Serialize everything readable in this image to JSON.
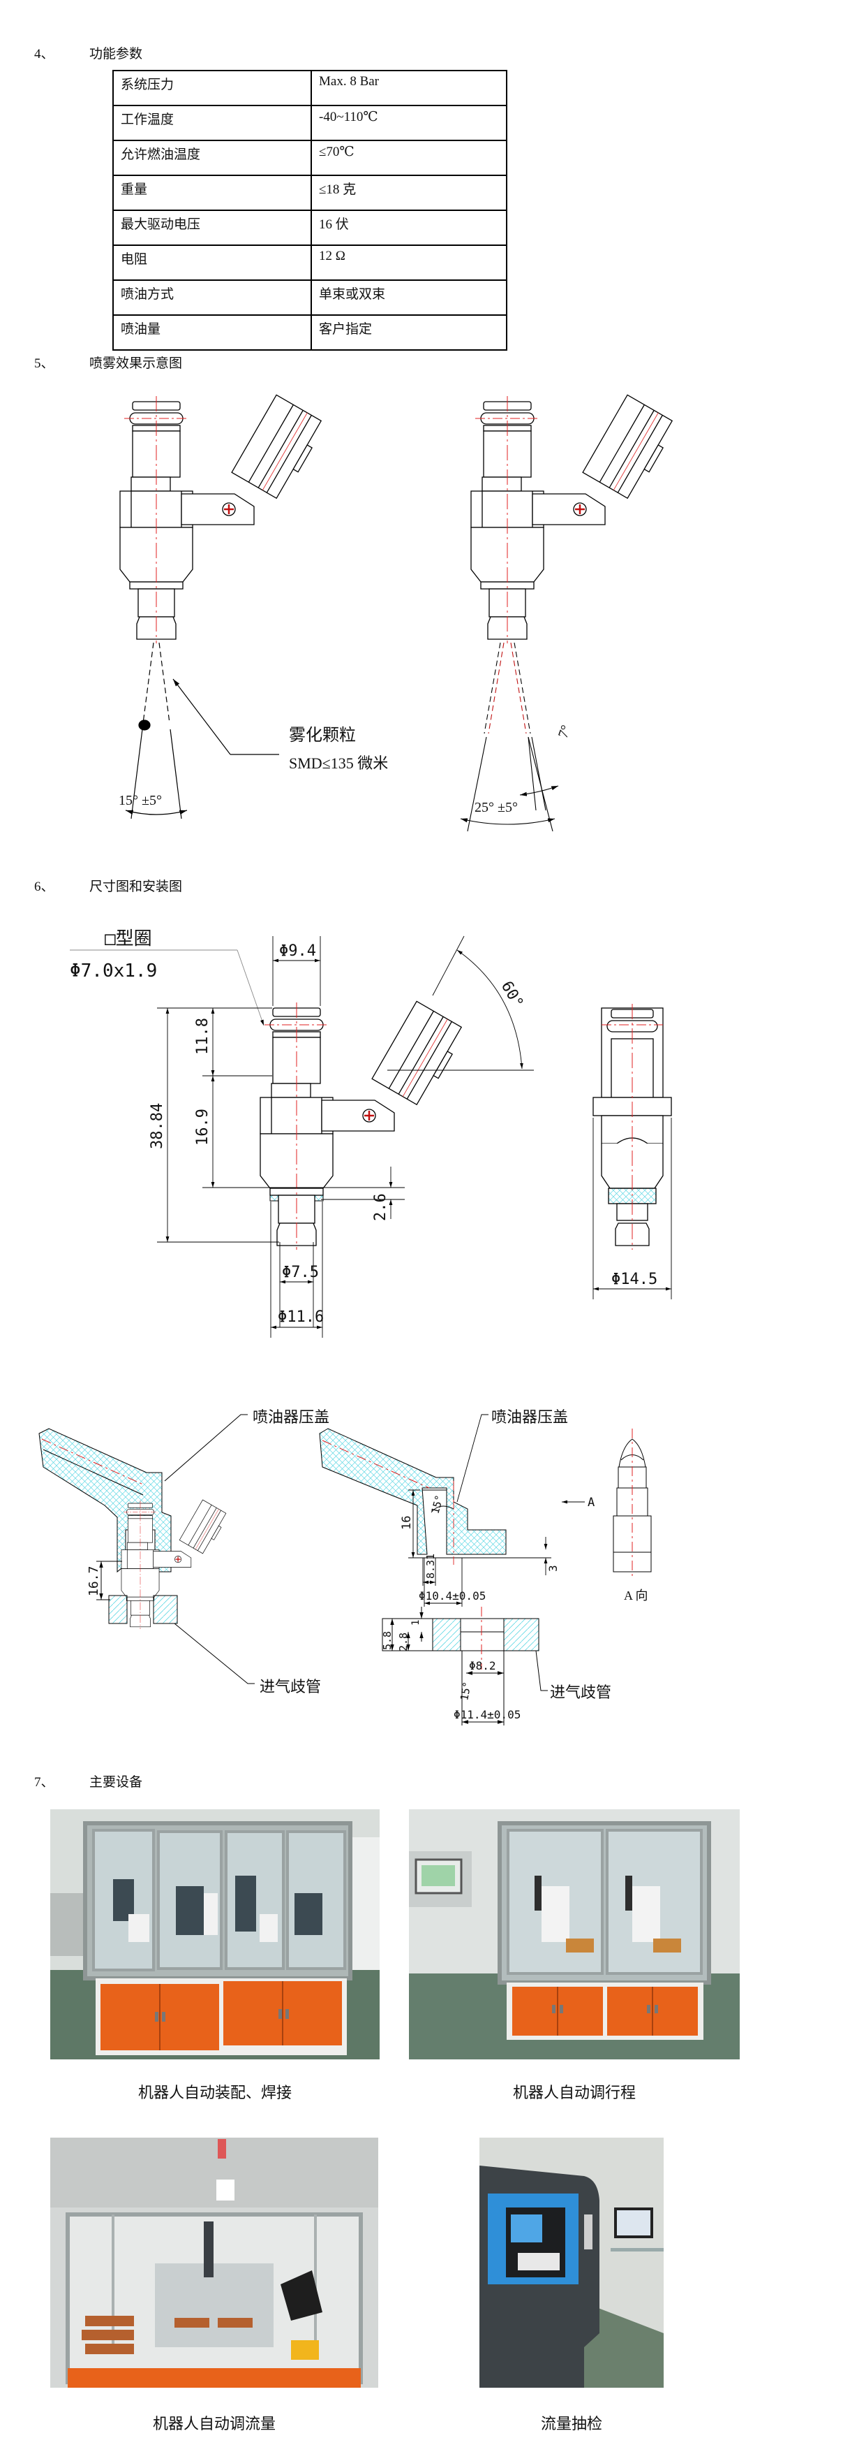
{
  "sections": [
    {
      "num": "4、",
      "title": "功能参数"
    },
    {
      "num": "5、",
      "title": "喷雾效果示意图"
    },
    {
      "num": "6、",
      "title": "尺寸图和安装图"
    },
    {
      "num": "7、",
      "title": "主要设备"
    }
  ],
  "params": {
    "rows": [
      {
        "name": "系统压力",
        "value": "Max. 8 Bar"
      },
      {
        "name": "工作温度",
        "value": "-40~110℃"
      },
      {
        "name": "允许燃油温度",
        "value": "≤70℃"
      },
      {
        "name": "重量",
        "value": "≤18 克"
      },
      {
        "name": "最大驱动电压",
        "value": "16 伏"
      },
      {
        "name": "电阻",
        "value": "12 Ω"
      },
      {
        "name": "喷油方式",
        "value": "单束或双束"
      },
      {
        "name": "喷油量",
        "value": "客户指定"
      }
    ]
  },
  "spray": {
    "particle_label": "雾化颗粒",
    "smd_label": "SMD≤135 微米",
    "single_angle": "15°  ±5°",
    "dual_angle": "25°  ±5°",
    "jet_angle": "7°"
  },
  "dimensions": {
    "oring_label": "□型圈",
    "oring_size": "Φ7.0x1.9",
    "d_top": "Φ9.4",
    "h_upper": "11.8",
    "h_body": "16.9",
    "h_total": "38.84",
    "h_ring": "2.6",
    "connector_angle": "60°",
    "d_tip": "Φ7.5",
    "d_ring": "Φ11.6",
    "d_side": "Φ14.5"
  },
  "installation": {
    "cap_label": "喷油器压盖",
    "manifold_label": "进气歧管",
    "h_install": "16.7",
    "cap_depth": "16",
    "cap_angle": "15°",
    "view_arrow": "A",
    "cap_gap": "3",
    "cap_offset": "8.31",
    "cap_bore": "Φ10.4±0.05",
    "plate_total": "5.8",
    "plate_step": "2.8",
    "plate_lip": "1",
    "bore_small": "Φ8.2",
    "bore_angle": "15°",
    "bore_large": "Φ11.4±0.05",
    "view_label": "A 向"
  },
  "equipment": {
    "photos": [
      {
        "caption": "机器人自动装配、焊接"
      },
      {
        "caption": "机器人自动调行程"
      },
      {
        "caption": "机器人自动调流量"
      },
      {
        "caption": "流量抽检"
      }
    ]
  },
  "colors": {
    "centerline": "#e02020",
    "hatch": "#5fd8e4",
    "cabinet_orange": "#e8621a",
    "tester_blue": "#2f8fd8"
  }
}
